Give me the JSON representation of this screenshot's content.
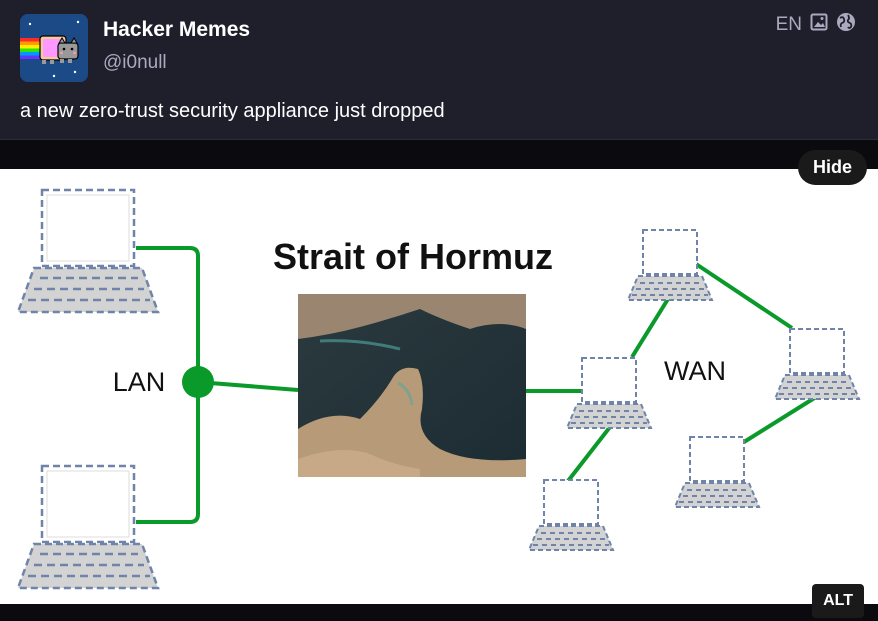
{
  "post": {
    "author_name": "Hacker Memes",
    "handle": "@i0null",
    "language": "EN",
    "text": "a new zero-trust security appliance just dropped"
  },
  "media": {
    "hide_label": "Hide",
    "alt_label": "ALT",
    "diagram": {
      "title": "Strait of Hormuz",
      "lan_label": "LAN",
      "wan_label": "WAN"
    }
  },
  "colors": {
    "background": "#1b1b26",
    "link_green": "#0a9a2a",
    "muted_text": "#a9a9bf"
  },
  "icons": [
    "image-icon",
    "globe-icon",
    "nyan-cat-avatar-icon",
    "laptop-icon"
  ]
}
